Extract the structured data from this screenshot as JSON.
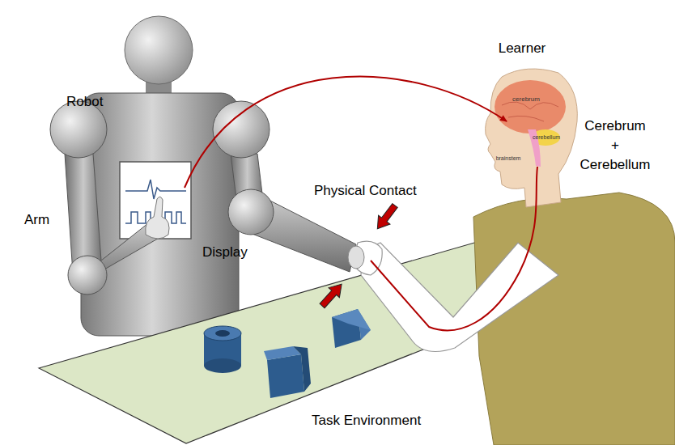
{
  "diagram": {
    "labels": [
      "Robot",
      "Arm",
      "Display",
      "Physical Contact",
      "Learner",
      "Cerebrum",
      "+",
      "Cerebellum",
      "Task Environment",
      "cerebrum",
      "cerebellum",
      "brainstem"
    ]
  }
}
